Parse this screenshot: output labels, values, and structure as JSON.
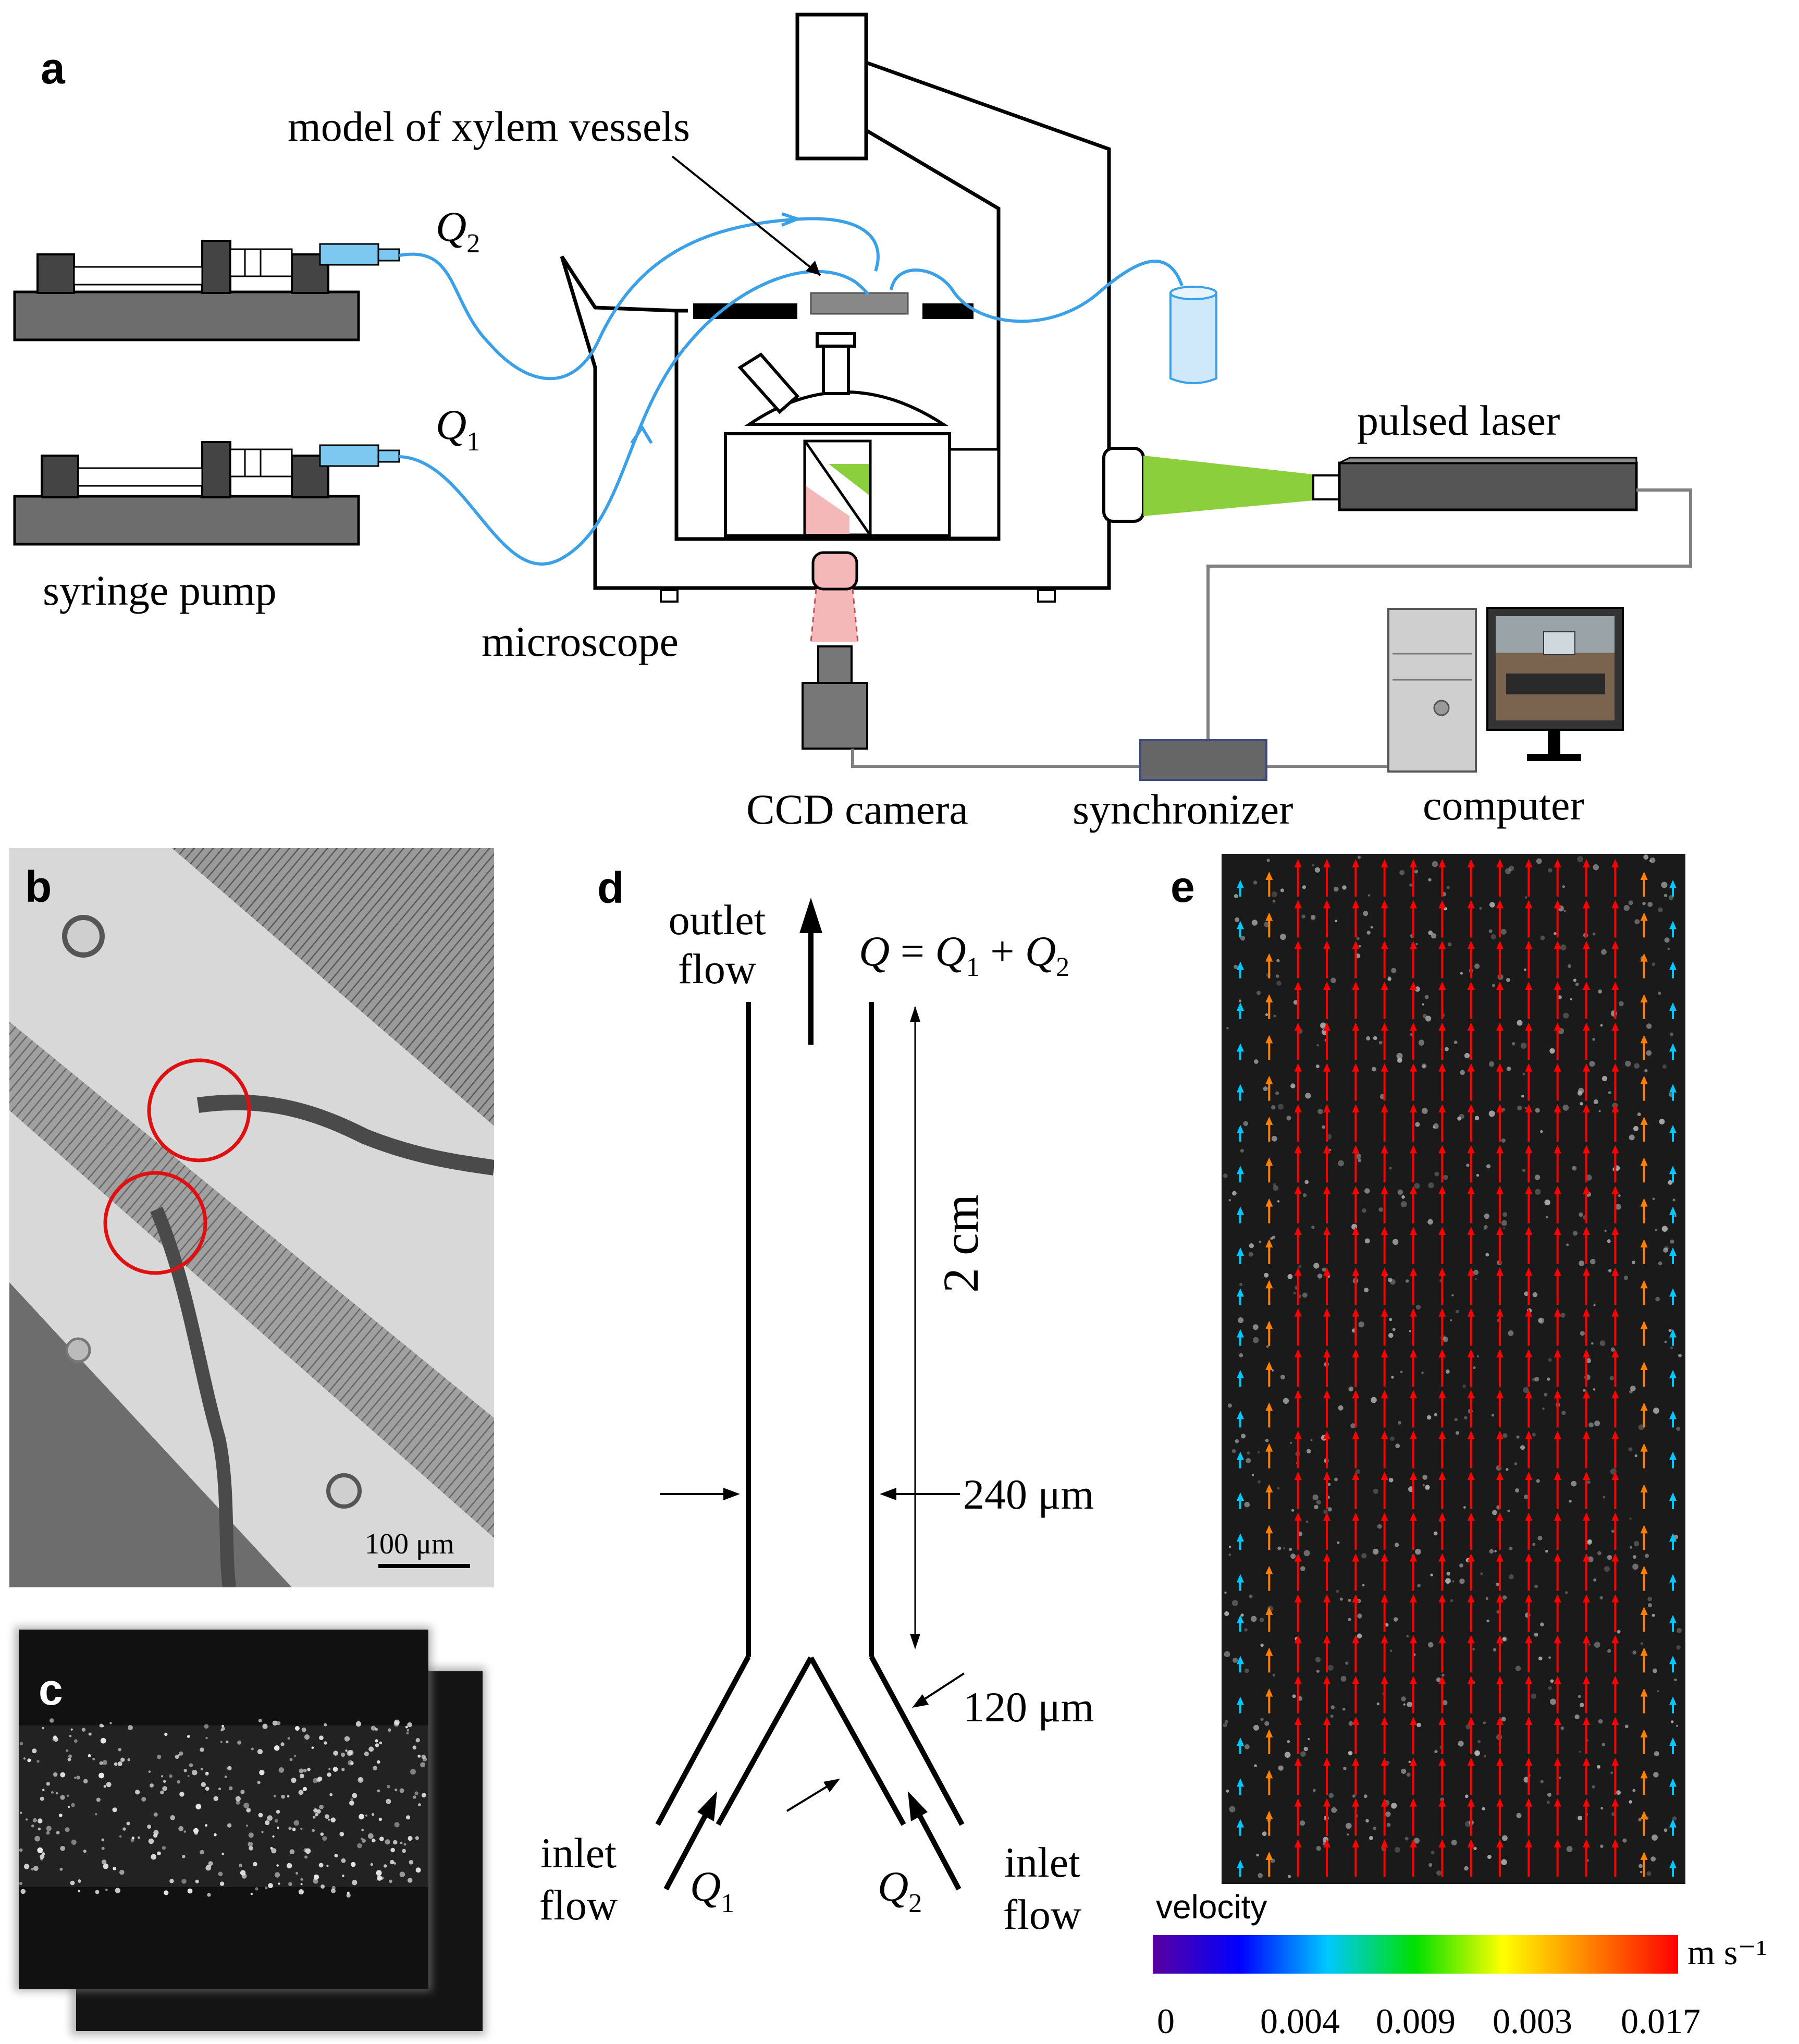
{
  "panels": {
    "a": "a",
    "b": "b",
    "c": "c",
    "d": "d",
    "e": "e"
  },
  "panel_a": {
    "model_label": "model of xylem vessels",
    "q2_label": "Q",
    "q2_sub": "2",
    "q1_label": "Q",
    "q1_sub": "1",
    "syringe_pump": "syringe pump",
    "microscope": "microscope",
    "pulsed_laser": "pulsed laser",
    "ccd_camera": "CCD camera",
    "synchronizer": "synchronizer",
    "computer": "computer"
  },
  "panel_b": {
    "scale_bar": "100 μm"
  },
  "panel_d": {
    "outlet_1": "outlet",
    "outlet_2": "flow",
    "q_eq_q": "Q",
    "q_eq_eq": " = ",
    "q_eq_q1": "Q",
    "q_eq_sub1": "1",
    "q_eq_plus": " + ",
    "q_eq_q2": "Q",
    "q_eq_sub2": "2",
    "length": "2 cm",
    "width_main": "240 μm",
    "width_branch": "120 μm",
    "inlet_left_1": "inlet",
    "inlet_left_2": "flow",
    "inlet_right_1": "inlet",
    "inlet_right_2": "flow",
    "q1": "Q",
    "q1_sub": "1",
    "q2": "Q",
    "q2_sub": "2"
  },
  "panel_e": {
    "colorbar_title": "velocity",
    "colorbar_unit": "m s⁻¹",
    "colorbar_ticks": [
      "0",
      "0.004",
      "0.009",
      "0.003",
      "0.017"
    ],
    "colorbar_colors": [
      "#5a00a0",
      "#0000ff",
      "#00c8ff",
      "#00e000",
      "#ffff00",
      "#ff8000",
      "#ff0000"
    ]
  },
  "colors": {
    "tube": "#3aa0e8",
    "laser_beam": "#8ccf3c",
    "camera_beam": "#f4b8b8",
    "device_gray": "#777777",
    "dark_gray": "#444444"
  }
}
